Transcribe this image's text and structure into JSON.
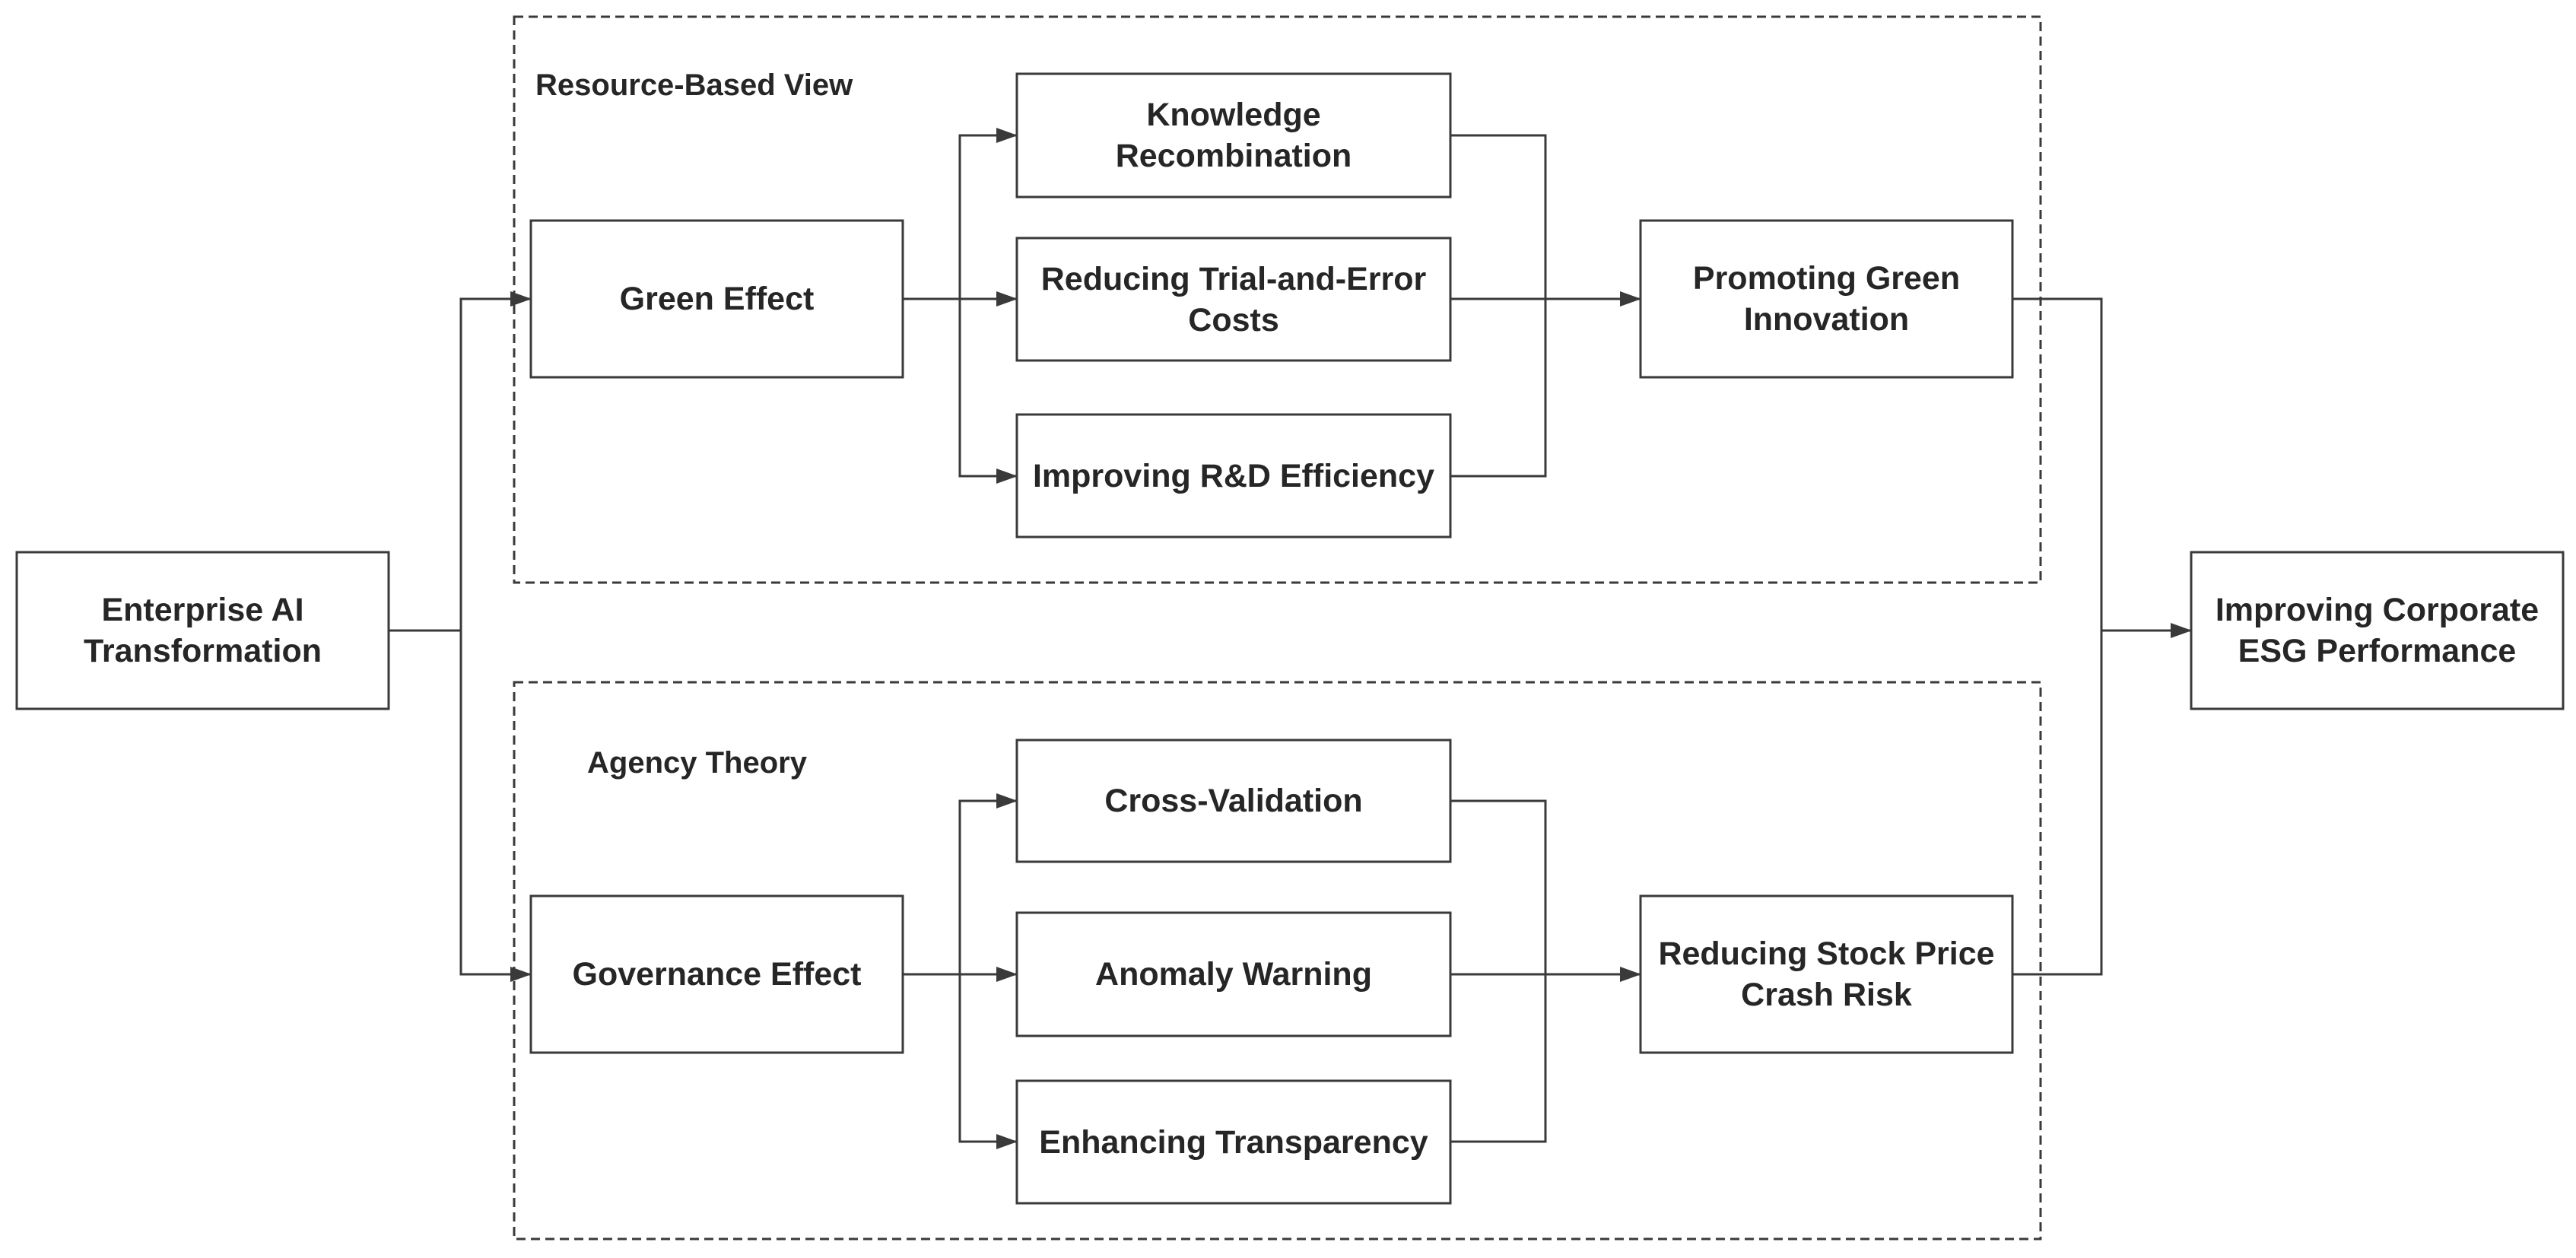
{
  "groups": {
    "resource_based_view": "Resource-Based View",
    "agency_theory": "Agency Theory"
  },
  "nodes": {
    "enterprise_ai": "Enterprise AI Transformation",
    "green_effect": "Green Effect",
    "knowledge_recombination": "Knowledge Recombination",
    "reducing_trial_error": "Reducing Trial-and-Error Costs",
    "improving_rd": "Improving R&D Efficiency",
    "promoting_green": "Promoting Green Innovation",
    "governance_effect": "Governance Effect",
    "cross_validation": "Cross-Validation",
    "anomaly_warning": "Anomaly Warning",
    "enhancing_transparency": "Enhancing Transparency",
    "reducing_crash_risk": "Reducing Stock Price Crash Risk",
    "improving_esg": "Improving Corporate ESG Performance"
  },
  "colors": {
    "stroke": "#3a3a3a",
    "text": "#262626",
    "background": "#ffffff"
  }
}
